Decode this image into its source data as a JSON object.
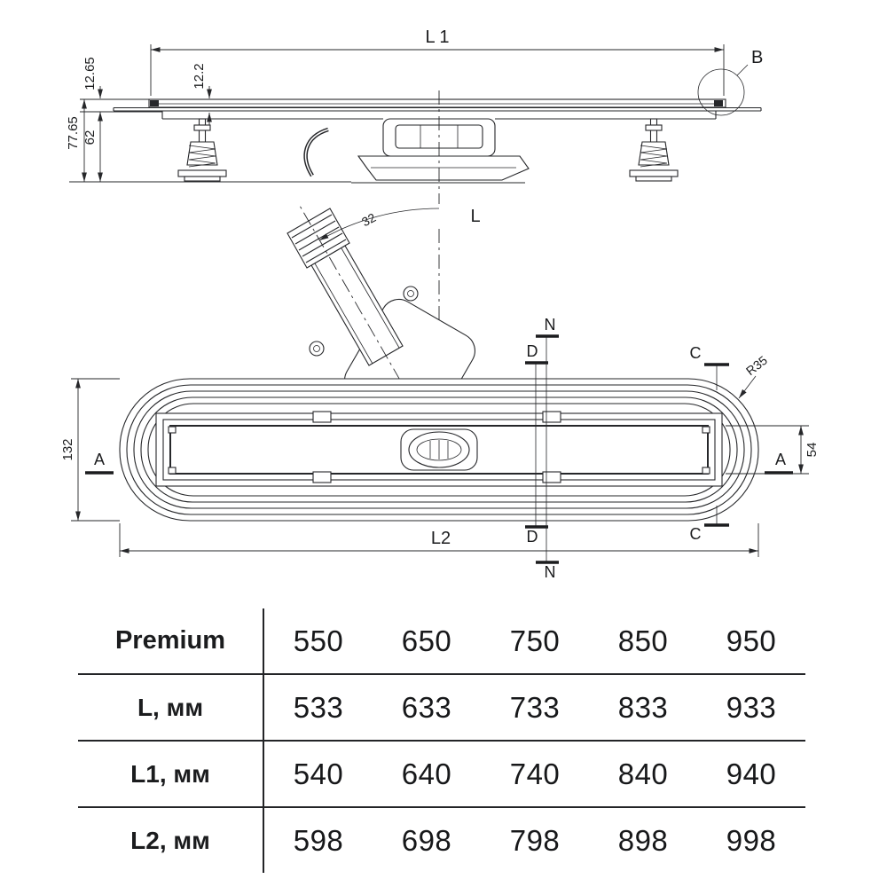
{
  "side_view": {
    "dim_l1": "L 1",
    "detail_label": "B",
    "dim_edge_height": "12.65",
    "dim_grate_height": "12.2",
    "dim_total_height": "77.65",
    "dim_body_height": "62",
    "length_label": "L"
  },
  "plan_view": {
    "pipe_angle": "32",
    "overall_width": "132",
    "channel_width": "54",
    "corner_radius": "R35",
    "dim_l2": "L2",
    "section_a": "A",
    "section_c": "C",
    "section_d": "D",
    "section_n": "N"
  },
  "table": {
    "rows": [
      {
        "label": "Premium",
        "values": [
          "550",
          "650",
          "750",
          "850",
          "950"
        ]
      },
      {
        "label": "L, мм",
        "values": [
          "533",
          "633",
          "733",
          "833",
          "933"
        ]
      },
      {
        "label": "L1, мм",
        "values": [
          "540",
          "640",
          "740",
          "840",
          "940"
        ]
      },
      {
        "label": "L2, мм",
        "values": [
          "598",
          "698",
          "798",
          "898",
          "998"
        ]
      }
    ]
  }
}
